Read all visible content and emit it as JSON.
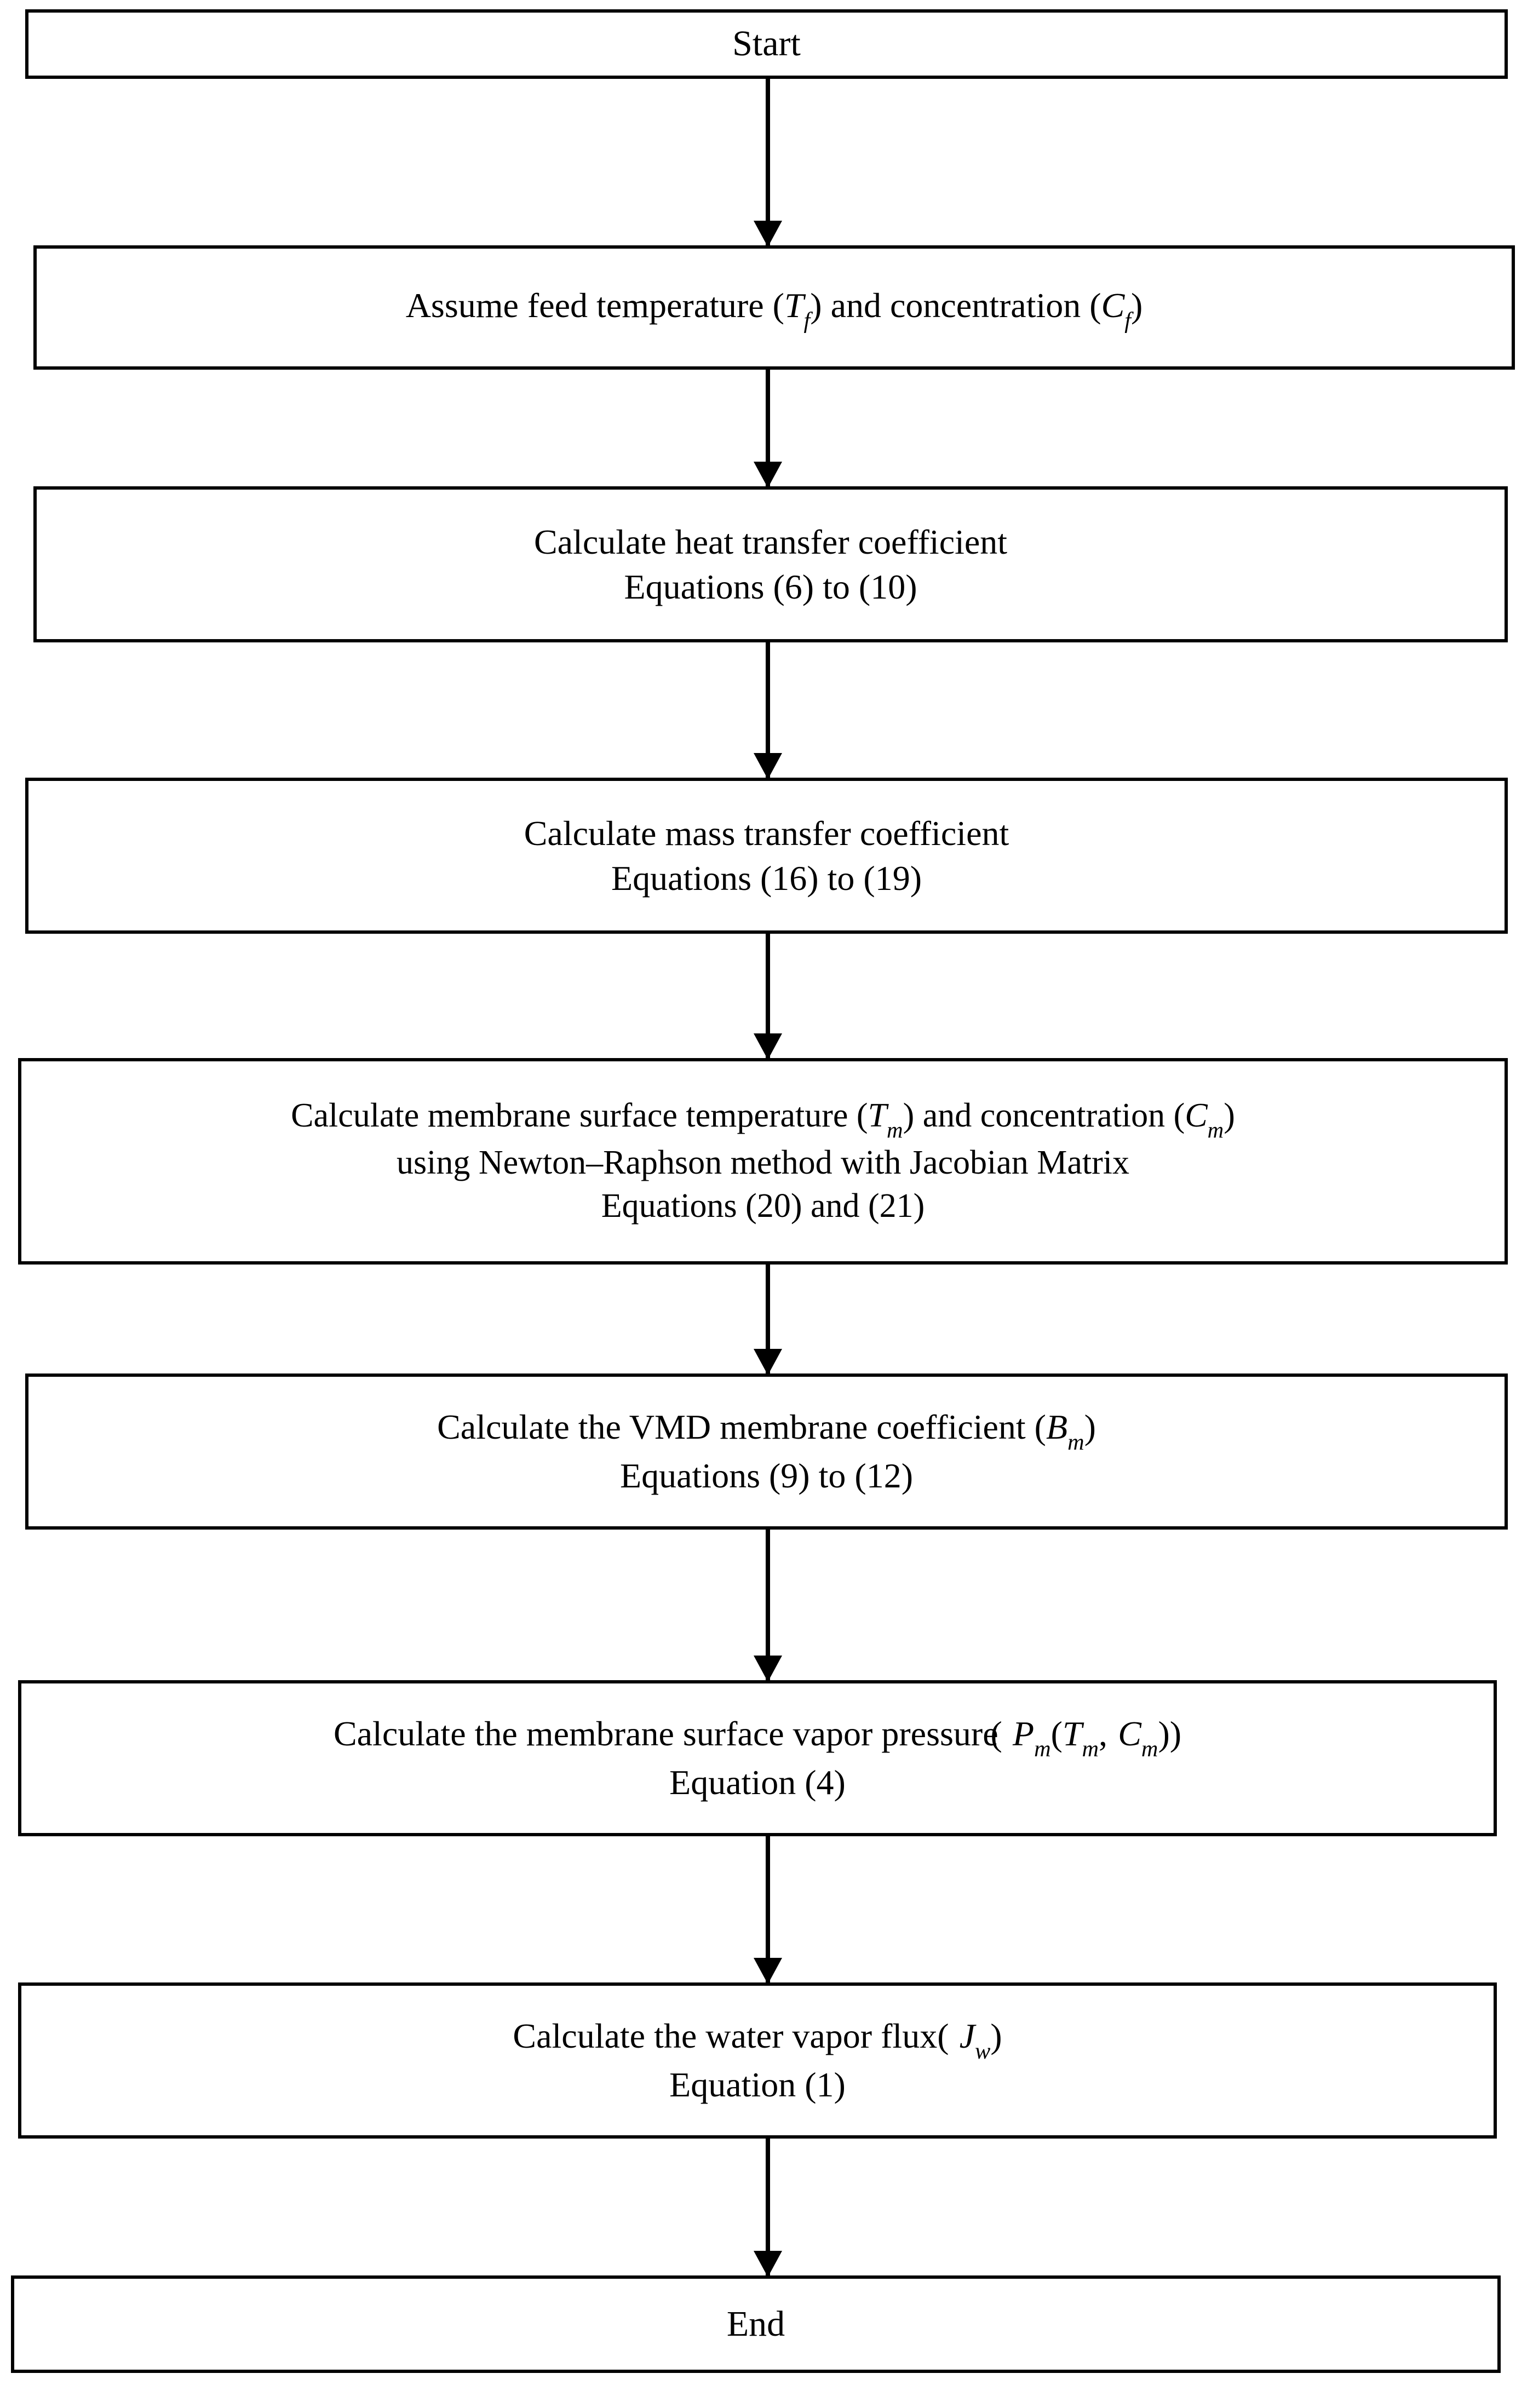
{
  "diagram": {
    "title": "VMD water vapor flux calculation flowchart",
    "type": "flowchart",
    "orientation": "top-to-bottom",
    "stroke_color": "#000000",
    "fill_color": "#ffffff"
  },
  "nodes": [
    {
      "id": "start",
      "shape": "rectangle",
      "kind": "terminal",
      "lines": [
        "Start"
      ]
    },
    {
      "id": "assume-feed",
      "shape": "rectangle",
      "kind": "process",
      "lines": [
        "Assume feed temperature ( T_f ) and concentration ( C_f )"
      ],
      "line1_parts": {
        "pre": "Assume feed temperature (",
        "sym1": "T",
        "sub1": "f",
        "mid": ") and concentration (",
        "sym2": "C",
        "sub2": "f",
        "post": ")"
      }
    },
    {
      "id": "heat-transfer",
      "shape": "rectangle",
      "kind": "process",
      "lines": [
        "Calculate heat transfer coefficient",
        "Equations (6) to (10)"
      ]
    },
    {
      "id": "mass-transfer",
      "shape": "rectangle",
      "kind": "process",
      "lines": [
        "Calculate mass transfer coefficient",
        "Equations (16) to (19)"
      ]
    },
    {
      "id": "membrane-surface",
      "shape": "rectangle",
      "kind": "process",
      "lines": [
        "Calculate membrane surface temperature (T_m ) and concentration ( C_m )",
        "using Newton–Raphson method with Jacobian Matrix",
        "Equations (20) and (21)"
      ],
      "line1_parts": {
        "pre": "Calculate membrane surface temperature (",
        "sym1": "T",
        "sub1": "m",
        "mid": ") and concentration (",
        "sym2": "C",
        "sub2": "m",
        "post": ")"
      },
      "line2": "using Newton–Raphson method with Jacobian Matrix",
      "line3": "Equations (20) and (21)"
    },
    {
      "id": "vmd-coefficient",
      "shape": "rectangle",
      "kind": "process",
      "lines": [
        "Calculate the VMD membrane coefficient (B_m )",
        "Equations (9) to (12)"
      ],
      "line1_parts": {
        "pre": "Calculate the VMD membrane coefficient (",
        "sym1": "B",
        "sub1": "m",
        "post": ")"
      },
      "line2": "Equations (9) to (12)"
    },
    {
      "id": "vapor-pressure",
      "shape": "rectangle",
      "kind": "process",
      "lines": [
        "Calculate the membrane surface vapor pressure( P_m (T_m , C_m ))",
        "Equation (4)"
      ],
      "line1_parts": {
        "pre": "Calculate the membrane surface vapor pressure",
        "open": "(",
        "sym1": "P",
        "sub1": "m",
        "open2": "(",
        "sym2": "T",
        "sub2": "m",
        "comma": ",",
        "sym3": "C",
        "sub3": "m",
        "close": "))"
      },
      "line2": "Equation (4)"
    },
    {
      "id": "water-vapor-flux",
      "shape": "rectangle",
      "kind": "process",
      "lines": [
        "Calculate the water vapor flux( J_w )",
        "Equation (1)"
      ],
      "line1_parts": {
        "pre": "Calculate the water vapor flux(",
        "sym1": "J",
        "sub1": "w",
        "post": ")"
      },
      "line2": "Equation (1)"
    },
    {
      "id": "end",
      "shape": "rectangle",
      "kind": "terminal",
      "lines": [
        "End"
      ]
    }
  ],
  "edges": [
    {
      "from": "start",
      "to": "assume-feed",
      "style": "solid-arrow"
    },
    {
      "from": "assume-feed",
      "to": "heat-transfer",
      "style": "solid-arrow"
    },
    {
      "from": "heat-transfer",
      "to": "mass-transfer",
      "style": "solid-arrow"
    },
    {
      "from": "mass-transfer",
      "to": "membrane-surface",
      "style": "solid-arrow"
    },
    {
      "from": "membrane-surface",
      "to": "vmd-coefficient",
      "style": "solid-arrow"
    },
    {
      "from": "vmd-coefficient",
      "to": "vapor-pressure",
      "style": "solid-arrow"
    },
    {
      "from": "vapor-pressure",
      "to": "water-vapor-flux",
      "style": "solid-arrow"
    },
    {
      "from": "water-vapor-flux",
      "to": "end",
      "style": "solid-arrow"
    }
  ],
  "labels": {
    "start": "Start",
    "end": "End",
    "heat_line1": "Calculate heat transfer coefficient",
    "heat_line2": "Equations (6) to (10)",
    "mass_line1": "Calculate mass transfer coefficient",
    "mass_line2": "Equations (16) to (19)",
    "nr_line2": "using Newton–Raphson method with Jacobian Matrix",
    "nr_line3": "Equations (20) and (21)",
    "vmd_line2": "Equations (9) to (12)",
    "vp_line2": "Equation (4)",
    "flux_line2": "Equation (1)",
    "assume_pre": "Assume feed temperature (",
    "assume_mid": ") and concentration (",
    "assume_post": ")",
    "nr_pre": "Calculate membrane surface temperature (",
    "nr_mid": ") and concentration (",
    "nr_post": ")",
    "vmd_pre": "Calculate the VMD membrane coefficient (",
    "vmd_post": ")",
    "vp_pre": "Calculate the membrane surface vapor pressure",
    "vp_open": "(",
    "vp_open2": "(",
    "vp_comma": ",",
    "vp_close": "))",
    "flux_pre": "Calculate the water vapor flux(",
    "flux_post": ")",
    "sym_T": "T",
    "sym_C": "C",
    "sym_B": "B",
    "sym_P": "P",
    "sym_J": "J",
    "sub_f": "f",
    "sub_m": "m",
    "sub_w": "w"
  }
}
